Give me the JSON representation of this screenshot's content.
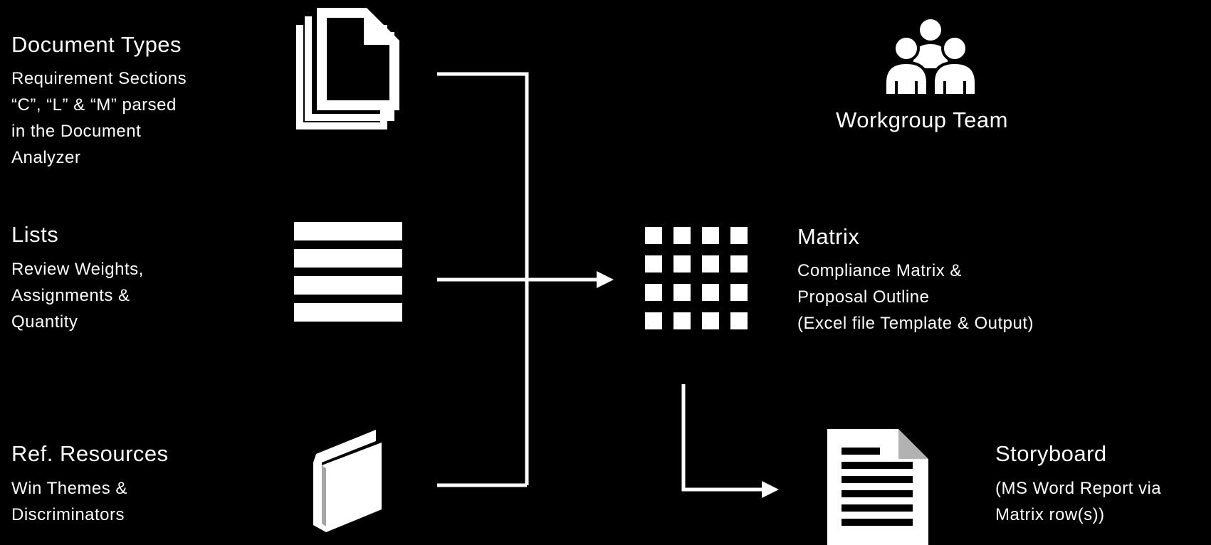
{
  "inputs": {
    "document_types": {
      "title": "Document Types",
      "lines": [
        "Requirement Sections",
        "“C”, “L” & “M” parsed",
        "in the Document",
        "Analyzer"
      ],
      "icon": "documents-icon"
    },
    "lists": {
      "title": "Lists",
      "lines": [
        "Review Weights,",
        "Assignments &",
        "Quantity"
      ],
      "icon": "list-icon"
    },
    "ref_resources": {
      "title": "Ref. Resources",
      "lines": [
        "Win Themes &",
        "Discriminators"
      ],
      "icon": "book-icon"
    }
  },
  "workgroup": {
    "label": "Workgroup Team",
    "icon": "team-icon"
  },
  "matrix": {
    "title": "Matrix",
    "lines": [
      "Compliance Matrix &",
      "Proposal Outline",
      "(Excel file Template & Output)"
    ],
    "icon": "grid-icon"
  },
  "storyboard": {
    "title": "Storyboard",
    "lines": [
      "(MS Word Report via",
      "Matrix row(s))"
    ],
    "icon": "report-icon"
  },
  "colors": {
    "background": "#000000",
    "foreground": "#ffffff"
  }
}
